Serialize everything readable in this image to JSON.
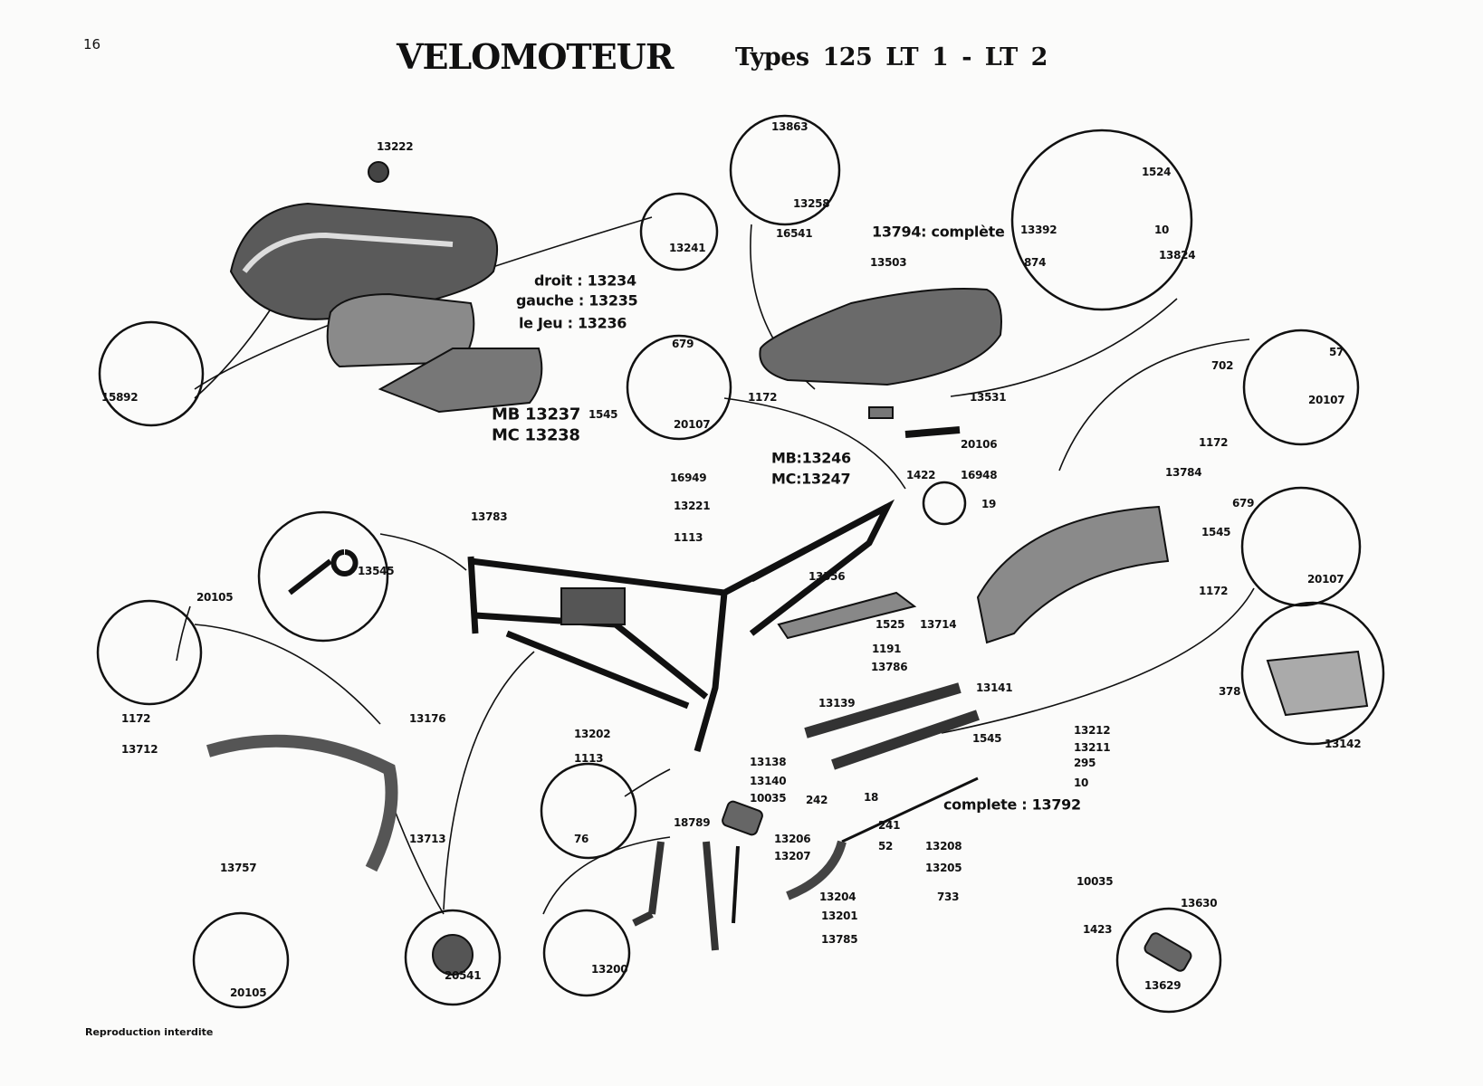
{
  "page_number": "16",
  "title": "VELOMOTEUR",
  "subtitle": "Types  125 LT 1  -  LT 2",
  "footer": "Reproduction interdite",
  "labels": [
    "13222",
    "13863",
    "13258",
    "16541",
    "13794: complète",
    "13503",
    "1524",
    "10",
    "13392",
    "874",
    "13824",
    "13241",
    "droit : 13234",
    "gauche : 13235",
    "le Jeu : 13236",
    "15892",
    "679",
    "1172",
    "1545",
    "20107",
    "MB 13237",
    "MC 13238",
    "13531",
    "20106",
    "702",
    "57",
    "20107",
    "1172",
    "MB:13246",
    "MC:13247",
    "16949",
    "1422",
    "16948",
    "19",
    "13784",
    "679",
    "1545",
    "1172",
    "20107",
    "13221",
    "1113",
    "13783",
    "13545",
    "13556",
    "20105",
    "1525",
    "13714",
    "1191",
    "13786",
    "13141",
    "378",
    "13142",
    "1172",
    "13176",
    "13712",
    "13139",
    "13202",
    "1545",
    "13212",
    "13211",
    "295",
    "10",
    "1113",
    "13138",
    "13140",
    "10035",
    "242",
    "18",
    "complete : 13792",
    "18789",
    "241",
    "13206",
    "52",
    "13208",
    "13207",
    "13713",
    "76",
    "13757",
    "13205",
    "10035",
    "13630",
    "13204",
    "733",
    "1423",
    "13201",
    "13785",
    "13200",
    "20105",
    "20541",
    "13629"
  ]
}
